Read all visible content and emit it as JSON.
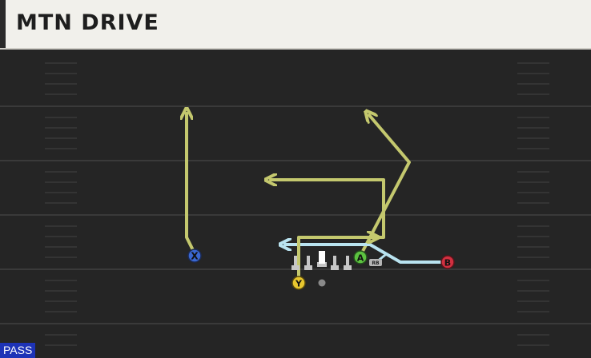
{
  "play": {
    "name": "MTN DRIVE"
  },
  "type_badge": "PASS",
  "players": {
    "x": {
      "label": "X",
      "color": "#3a67d0"
    },
    "a": {
      "label": "A",
      "color": "#5cc240"
    },
    "b": {
      "label": "B",
      "color": "#d03040"
    },
    "y": {
      "label": "Y",
      "color": "#e8c72f"
    },
    "rb": {
      "label": "RB"
    }
  },
  "colors": {
    "route_primary": "#c4c86e",
    "route_secondary": "#b9e3f0",
    "field": "#252525",
    "lines": "#3a3a3a"
  }
}
